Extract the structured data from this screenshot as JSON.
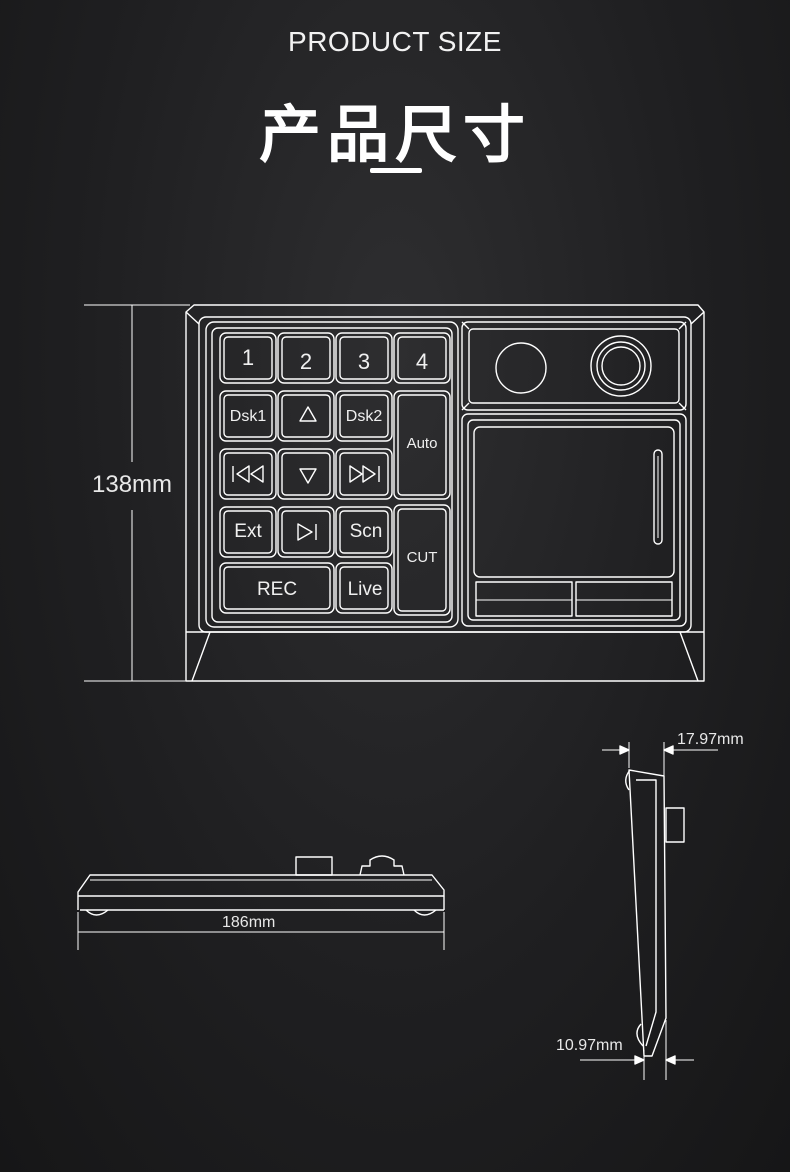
{
  "heading": {
    "title_en": "PRODUCT SIZE",
    "title_cn": "产品尺寸"
  },
  "dimensions": {
    "height": "138mm",
    "width": "186mm",
    "depth_top": "17.97mm",
    "depth_bottom": "10.97mm"
  },
  "keys": {
    "k1": "1",
    "k2": "2",
    "k3": "3",
    "k4": "4",
    "dsk1": "Dsk1",
    "dsk2": "Dsk2",
    "auto": "Auto",
    "ext": "Ext",
    "scn": "Scn",
    "cut": "CUT",
    "rec": "REC",
    "live": "Live"
  },
  "icons": [
    "up-triangle-icon",
    "down-triangle-icon",
    "rewind-icon",
    "fast-forward-icon",
    "play-next-icon"
  ],
  "colors": {
    "background": "#1f1f21",
    "line": "#ffffff"
  }
}
